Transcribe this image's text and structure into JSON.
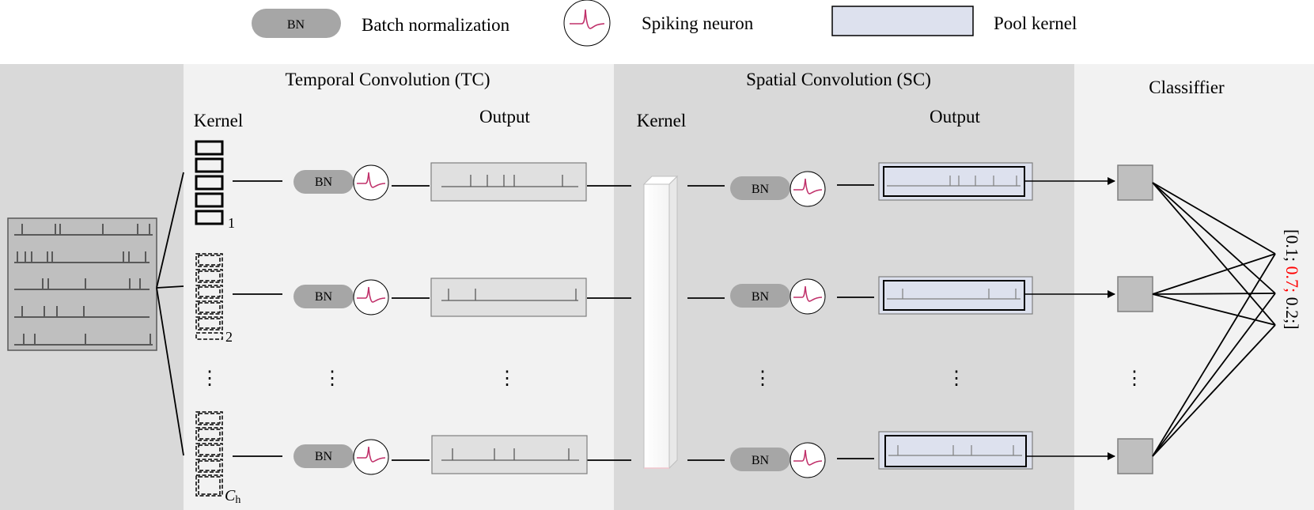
{
  "legend": {
    "bn_badge": "BN",
    "bn_label": "Batch normalization",
    "neuron_label": "Spiking neuron",
    "pool_label": "Pool kernel"
  },
  "sections": {
    "tc_title": "Temporal Convolution (TC)",
    "sc_title": "Spatial Convolution (SC)",
    "classifier_title": "Classiffier"
  },
  "tc": {
    "kernel_label": "Kernel",
    "output_label": "Output",
    "channel_1": "1",
    "channel_2": "2",
    "channel_h": "C",
    "channel_h_sub": "h"
  },
  "sc": {
    "kernel_label": "Kernel",
    "output_label": "Output"
  },
  "bn_badge": "BN",
  "ellipsis": "⋮",
  "output_vector": {
    "open": "[0.1; ",
    "highlight": "0.7;",
    "close": " 0.2;]"
  },
  "colors": {
    "input_bg": "#d9d9d9",
    "tc_bg": "#f2f2f2",
    "sc_bg": "#d9d9d9",
    "classifier_bg": "#f2f2f2",
    "bn_fill": "#a6a6a6",
    "neuron_trace": "#c0306a",
    "pool_fill": "#dde1ee",
    "highlight": "#ff0000"
  }
}
